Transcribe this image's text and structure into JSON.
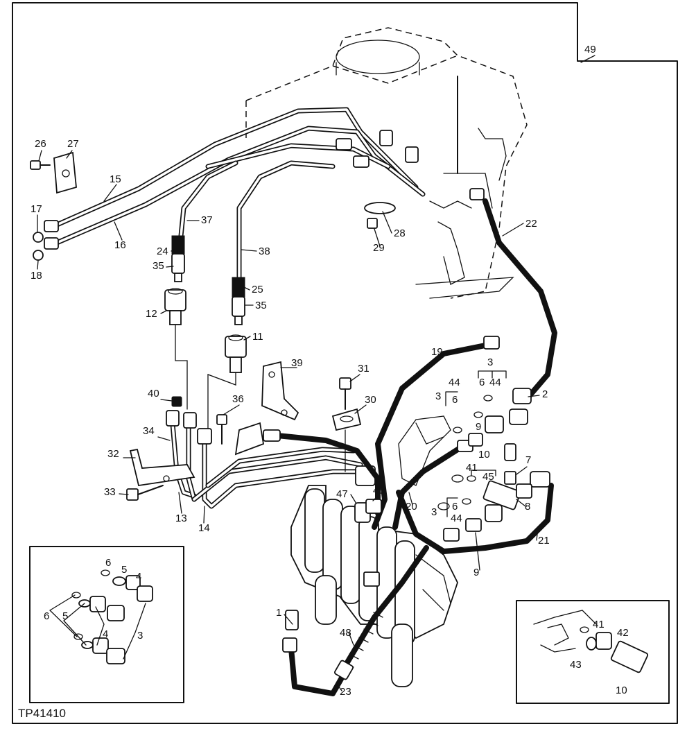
{
  "figure_code": "TP41410",
  "callouts": [
    "1",
    "2",
    "3",
    "4",
    "5",
    "6",
    "7",
    "8",
    "9",
    "10",
    "11",
    "12",
    "13",
    "14",
    "15",
    "16",
    "17",
    "18",
    "19",
    "20",
    "21",
    "22",
    "23",
    "24",
    "25",
    "26",
    "27",
    "28",
    "29",
    "30",
    "31",
    "32",
    "33",
    "34",
    "35",
    "36",
    "37",
    "38",
    "39",
    "40",
    "41",
    "42",
    "43",
    "44",
    "45",
    "46",
    "47",
    "48",
    "49"
  ]
}
